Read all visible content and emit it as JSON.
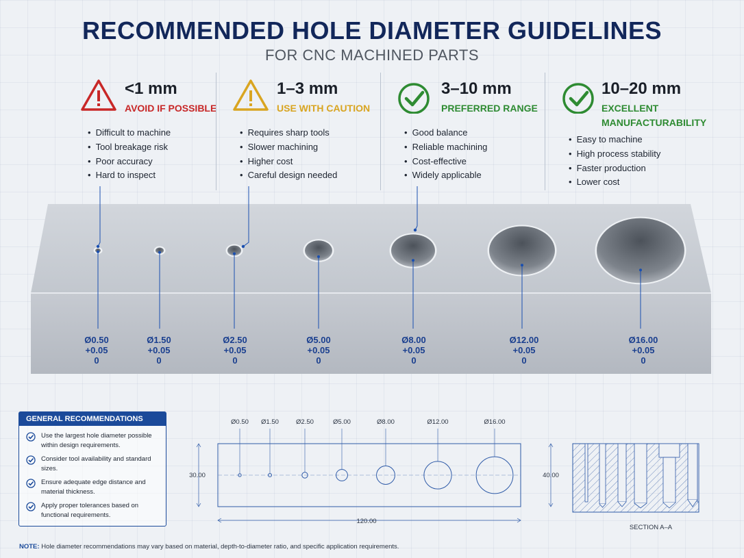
{
  "title": "RECOMMENDED HOLE DIAMETER GUIDELINES",
  "subtitle": "FOR CNC MACHINED PARTS",
  "categories": [
    {
      "range": "<1 mm",
      "status": "AVOID IF POSSIBLE",
      "status_color": "#c82727",
      "icon": "warning-triangle-icon",
      "bullets": [
        "Difficult to machine",
        "Tool breakage risk",
        "Poor accuracy",
        "Hard to inspect"
      ]
    },
    {
      "range": "1–3 mm",
      "status": "USE WITH CAUTION",
      "status_color": "#d9a521",
      "icon": "caution-triangle-icon",
      "bullets": [
        "Requires sharp tools",
        "Slower machining",
        "Higher cost",
        "Careful design needed"
      ]
    },
    {
      "range": "3–10 mm",
      "status": "PREFERRED RANGE",
      "status_color": "#2e8b32",
      "icon": "check-circle-icon",
      "bullets": [
        "Good balance",
        "Reliable machining",
        "Cost-effective",
        "Widely applicable"
      ]
    },
    {
      "range": "10–20 mm",
      "status": "EXCELLENT MANUFACTURABILITY",
      "status_color": "#2e8b32",
      "icon": "check-circle-icon",
      "bullets": [
        "Easy to machine",
        "High process stability",
        "Faster production",
        "Lower cost"
      ]
    }
  ],
  "holes": [
    {
      "dia": "Ø0.50",
      "tol_upper": "+0.05",
      "tol_lower": "0",
      "size_mm": 0.5
    },
    {
      "dia": "Ø1.50",
      "tol_upper": "+0.05",
      "tol_lower": "0",
      "size_mm": 1.5
    },
    {
      "dia": "Ø2.50",
      "tol_upper": "+0.05",
      "tol_lower": "0",
      "size_mm": 2.5
    },
    {
      "dia": "Ø5.00",
      "tol_upper": "+0.05",
      "tol_lower": "0",
      "size_mm": 5.0
    },
    {
      "dia": "Ø8.00",
      "tol_upper": "+0.05",
      "tol_lower": "0",
      "size_mm": 8.0
    },
    {
      "dia": "Ø12.00",
      "tol_upper": "+0.05",
      "tol_lower": "0",
      "size_mm": 12.0
    },
    {
      "dia": "Ø16.00",
      "tol_upper": "+0.05",
      "tol_lower": "0",
      "size_mm": 16.0
    }
  ],
  "recommendations": {
    "heading": "GENERAL RECOMMENDATIONS",
    "items": [
      "Use the largest hole diameter possible within design requirements.",
      "Consider tool availability and standard sizes.",
      "Ensure adequate edge distance and material thickness.",
      "Apply proper tolerances based on functional requirements."
    ]
  },
  "drawing": {
    "hole_labels": [
      "Ø0.50",
      "Ø1.50",
      "Ø2.50",
      "Ø5.00",
      "Ø8.00",
      "Ø12.00",
      "Ø16.00"
    ],
    "height_left": "30.00",
    "height_right": "40.00",
    "length": "120.00",
    "section_label": "SECTION A–A"
  },
  "note": {
    "label": "NOTE:",
    "text": "Hole diameter recommendations may vary based on material, depth-to-diameter ratio, and specific application requirements."
  },
  "colors": {
    "title": "#12275a",
    "accent_blue": "#1b4a9a",
    "callout_blue": "#1a3f8f"
  }
}
